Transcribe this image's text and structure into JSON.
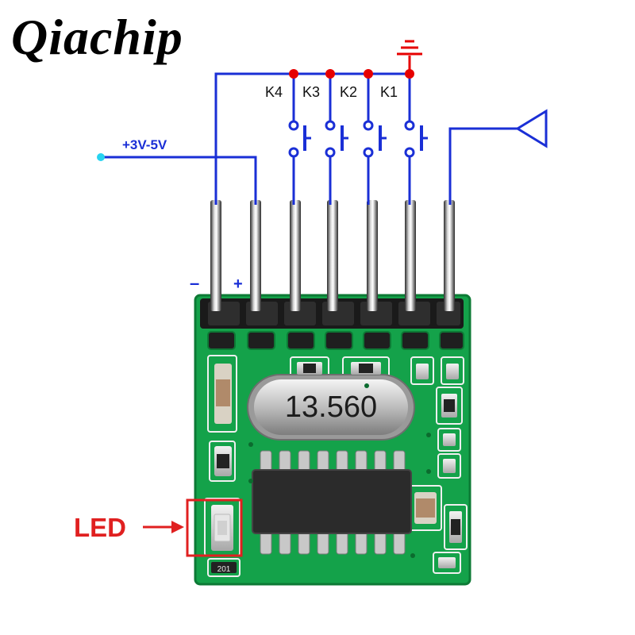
{
  "brand": {
    "name": "Qiachip"
  },
  "wiring": {
    "supply_label": "+3V-5V",
    "minus_label": "–",
    "plus_label": "+",
    "keys": [
      {
        "label": "K4"
      },
      {
        "label": "K3"
      },
      {
        "label": "K2"
      },
      {
        "label": "K1"
      }
    ]
  },
  "board": {
    "crystal_marking": "13.560",
    "resistor_marking": "201"
  },
  "callout": {
    "label": "LED"
  },
  "colors": {
    "wire": "#1a2fd6",
    "junction": "#e60000",
    "ground": "#e60000",
    "supply_dot": "#27d3f0",
    "pcb": "#14a24a",
    "callout": "#e02020"
  }
}
